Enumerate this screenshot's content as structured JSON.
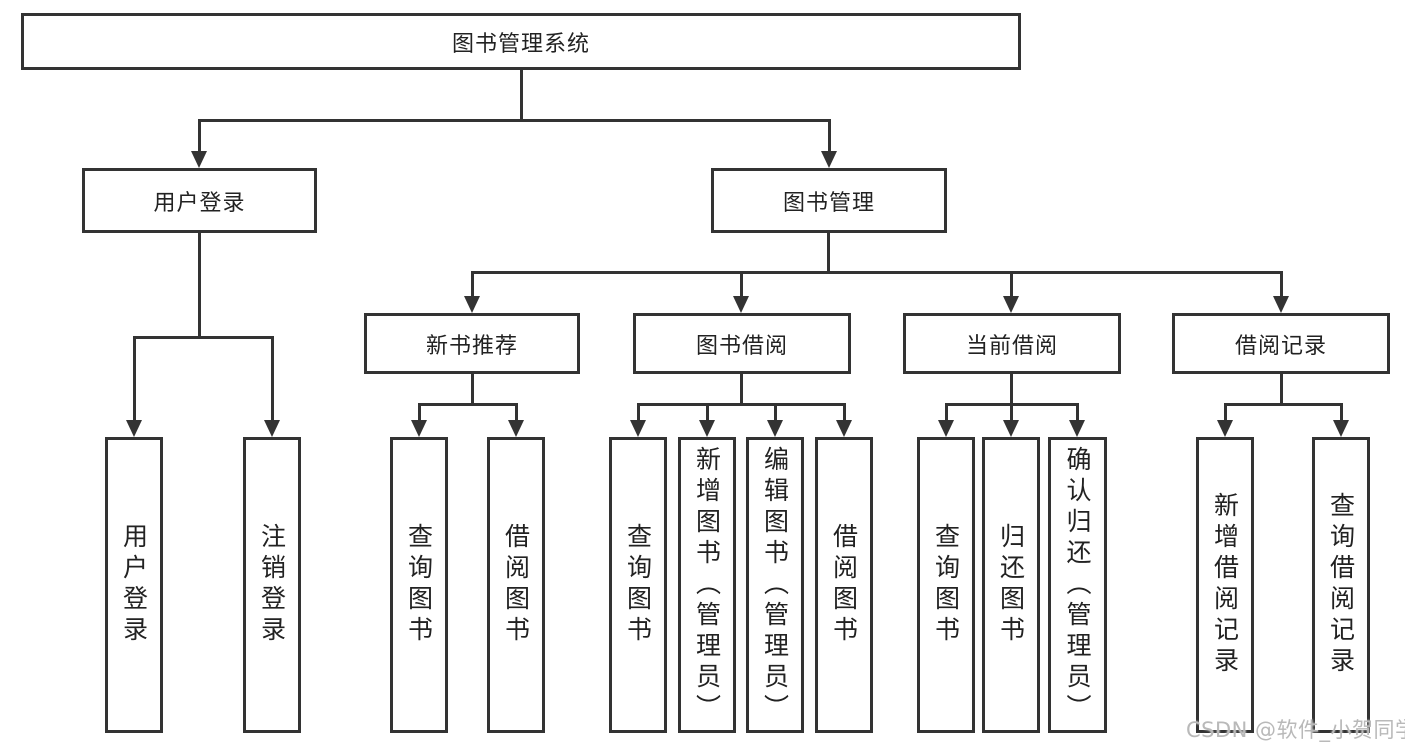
{
  "chart": {
    "root": "图书管理系统",
    "user_branch": {
      "label": "用户登录",
      "children": [
        "用户登录",
        "注销登录"
      ]
    },
    "book_branch": {
      "label": "图书管理",
      "sections": [
        {
          "label": "新书推荐",
          "children": [
            "查询图书",
            "借阅图书"
          ]
        },
        {
          "label": "图书借阅",
          "children": [
            "查询图书",
            "新增图书（管理员）",
            "编辑图书（管理员）",
            "借阅图书"
          ]
        },
        {
          "label": "当前借阅",
          "children": [
            "查询图书",
            "归还图书",
            "确认归还（管理员）"
          ]
        },
        {
          "label": "借阅记录",
          "children": [
            "新增借阅记录",
            "查询借阅记录"
          ]
        }
      ]
    }
  },
  "watermark": "CSDN @软件_小贺同学",
  "colors": {
    "line": "#333333",
    "box_border": "#333333",
    "box_fill": "#ffffff",
    "text": "#222222",
    "watermark": "#b9b9b9",
    "background": "#ffffff"
  }
}
